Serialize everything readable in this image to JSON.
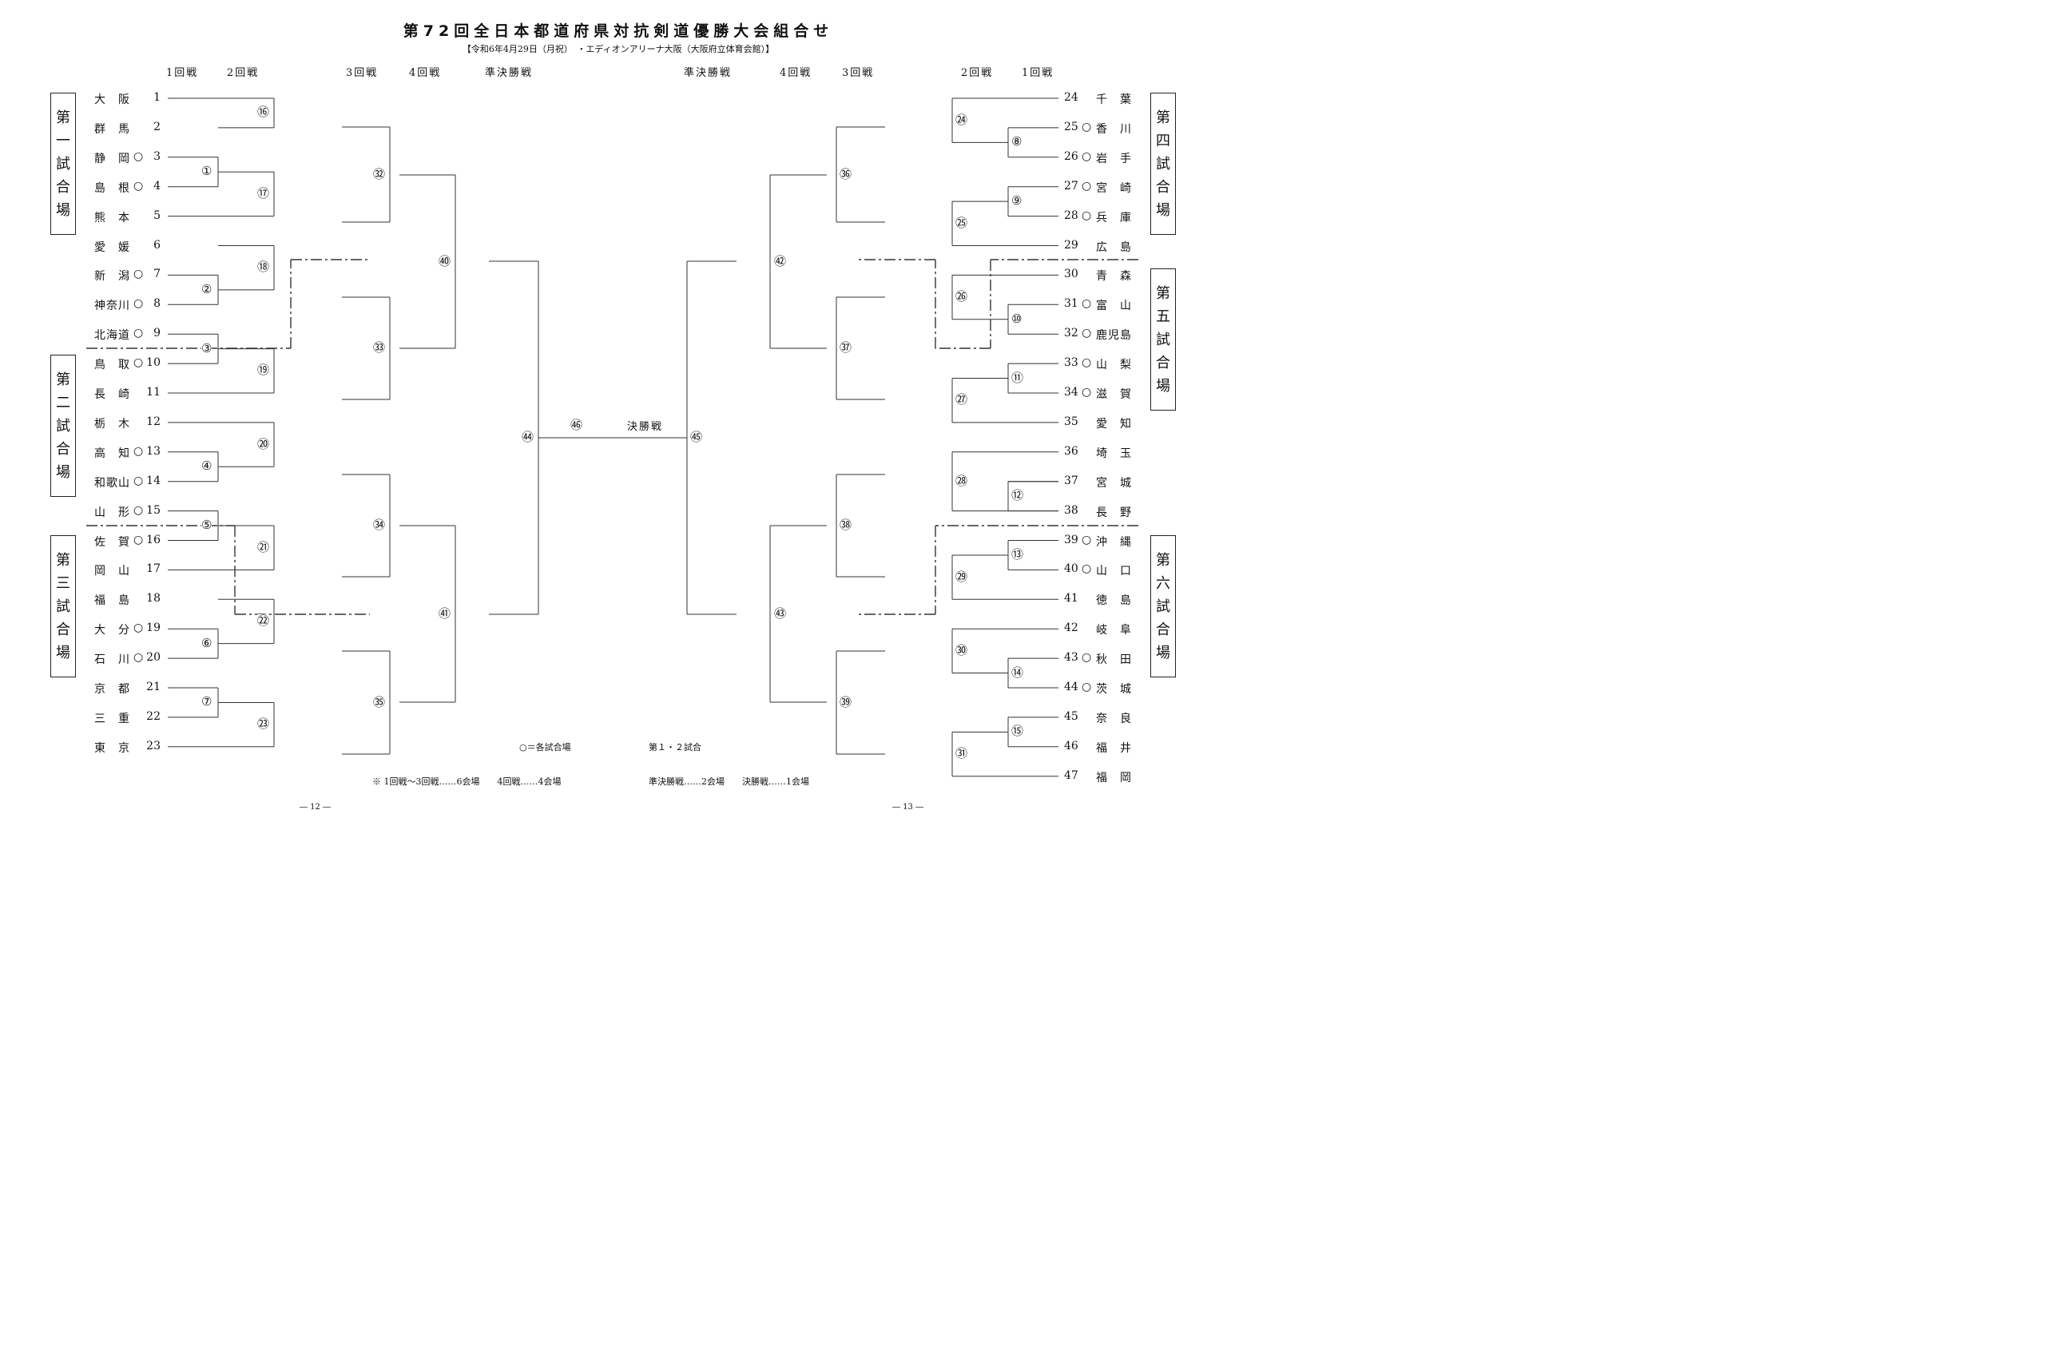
{
  "title": "第72回全日本都道府県対抗剣道優勝大会組合せ",
  "subtitle": "【令和6年4月29日（月祝）　・エディオンアリーナ大阪（大阪府立体育会館）】",
  "round_headers": {
    "left": [
      "1回戦",
      "2回戦",
      "3回戦",
      "4回戦",
      "準決勝戦"
    ],
    "right": [
      "準決勝戦",
      "4回戦",
      "3回戦",
      "2回戦",
      "1回戦"
    ]
  },
  "final_label": "決勝戦",
  "venues": [
    "第一試合場",
    "第二試合場",
    "第三試合場",
    "第四試合場",
    "第五試合場",
    "第六試合場"
  ],
  "left_teams": [
    {
      "seed": "1",
      "name": "大　阪",
      "mark": ""
    },
    {
      "seed": "2",
      "name": "群　馬",
      "mark": ""
    },
    {
      "seed": "3",
      "name": "静　岡",
      "mark": "○"
    },
    {
      "seed": "4",
      "name": "島　根",
      "mark": "○"
    },
    {
      "seed": "5",
      "name": "熊　本",
      "mark": ""
    },
    {
      "seed": "6",
      "name": "愛　媛",
      "mark": ""
    },
    {
      "seed": "7",
      "name": "新　潟",
      "mark": "○"
    },
    {
      "seed": "8",
      "name": "神奈川",
      "mark": "○"
    },
    {
      "seed": "9",
      "name": "北海道",
      "mark": "○"
    },
    {
      "seed": "10",
      "name": "鳥　取",
      "mark": "○"
    },
    {
      "seed": "11",
      "name": "長　崎",
      "mark": ""
    },
    {
      "seed": "12",
      "name": "栃　木",
      "mark": ""
    },
    {
      "seed": "13",
      "name": "高　知",
      "mark": "○"
    },
    {
      "seed": "14",
      "name": "和歌山",
      "mark": "○"
    },
    {
      "seed": "15",
      "name": "山　形",
      "mark": "○"
    },
    {
      "seed": "16",
      "name": "佐　賀",
      "mark": "○"
    },
    {
      "seed": "17",
      "name": "岡　山",
      "mark": ""
    },
    {
      "seed": "18",
      "name": "福　島",
      "mark": ""
    },
    {
      "seed": "19",
      "name": "大　分",
      "mark": "○"
    },
    {
      "seed": "20",
      "name": "石　川",
      "mark": "○"
    },
    {
      "seed": "21",
      "name": "京　都",
      "mark": ""
    },
    {
      "seed": "22",
      "name": "三　重",
      "mark": ""
    },
    {
      "seed": "23",
      "name": "東　京",
      "mark": ""
    }
  ],
  "right_teams": [
    {
      "seed": "24",
      "name": "千　葉",
      "mark": ""
    },
    {
      "seed": "25",
      "name": "香　川",
      "mark": "○"
    },
    {
      "seed": "26",
      "name": "岩　手",
      "mark": "○"
    },
    {
      "seed": "27",
      "name": "宮　崎",
      "mark": "○"
    },
    {
      "seed": "28",
      "name": "兵　庫",
      "mark": "○"
    },
    {
      "seed": "29",
      "name": "広　島",
      "mark": ""
    },
    {
      "seed": "30",
      "name": "青　森",
      "mark": ""
    },
    {
      "seed": "31",
      "name": "富　山",
      "mark": "○"
    },
    {
      "seed": "32",
      "name": "鹿児島",
      "mark": "○"
    },
    {
      "seed": "33",
      "name": "山　梨",
      "mark": "○"
    },
    {
      "seed": "34",
      "name": "滋　賀",
      "mark": "○"
    },
    {
      "seed": "35",
      "name": "愛　知",
      "mark": ""
    },
    {
      "seed": "36",
      "name": "埼　玉",
      "mark": ""
    },
    {
      "seed": "37",
      "name": "宮　城",
      "mark": ""
    },
    {
      "seed": "38",
      "name": "長　野",
      "mark": ""
    },
    {
      "seed": "39",
      "name": "沖　縄",
      "mark": "○"
    },
    {
      "seed": "40",
      "name": "山　口",
      "mark": "○"
    },
    {
      "seed": "41",
      "name": "徳　島",
      "mark": ""
    },
    {
      "seed": "42",
      "name": "岐　阜",
      "mark": ""
    },
    {
      "seed": "43",
      "name": "秋　田",
      "mark": "○"
    },
    {
      "seed": "44",
      "name": "茨　城",
      "mark": "○"
    },
    {
      "seed": "45",
      "name": "奈　良",
      "mark": ""
    },
    {
      "seed": "46",
      "name": "福　井",
      "mark": ""
    },
    {
      "seed": "47",
      "name": "福　岡",
      "mark": ""
    }
  ],
  "match_numbers": [
    "①",
    "②",
    "③",
    "④",
    "⑤",
    "⑥",
    "⑦",
    "⑧",
    "⑨",
    "⑩",
    "⑪",
    "⑫",
    "⑬",
    "⑭",
    "⑮",
    "⑯",
    "⑰",
    "⑱",
    "⑲",
    "⑳",
    "㉑",
    "㉒",
    "㉓",
    "㉔",
    "㉕",
    "㉖",
    "㉗",
    "㉘",
    "㉙",
    "㉚",
    "㉛",
    "㉜",
    "㉝",
    "㉞",
    "㉟",
    "㊱",
    "㊲",
    "㊳",
    "㊴",
    "㊵",
    "㊶",
    "㊷",
    "㊸",
    "㊹",
    "㊺",
    "㊻"
  ],
  "notes": {
    "legend": "○＝各試合場",
    "venues12": "第１・２試合",
    "schedule_left": "※ 1回戦～3回戦……6会場　　4回戦……4会場",
    "schedule_right": "準決勝戦……2会場　　決勝戦……1会場"
  },
  "page_numbers": [
    "― 12 ―",
    "― 13 ―"
  ]
}
